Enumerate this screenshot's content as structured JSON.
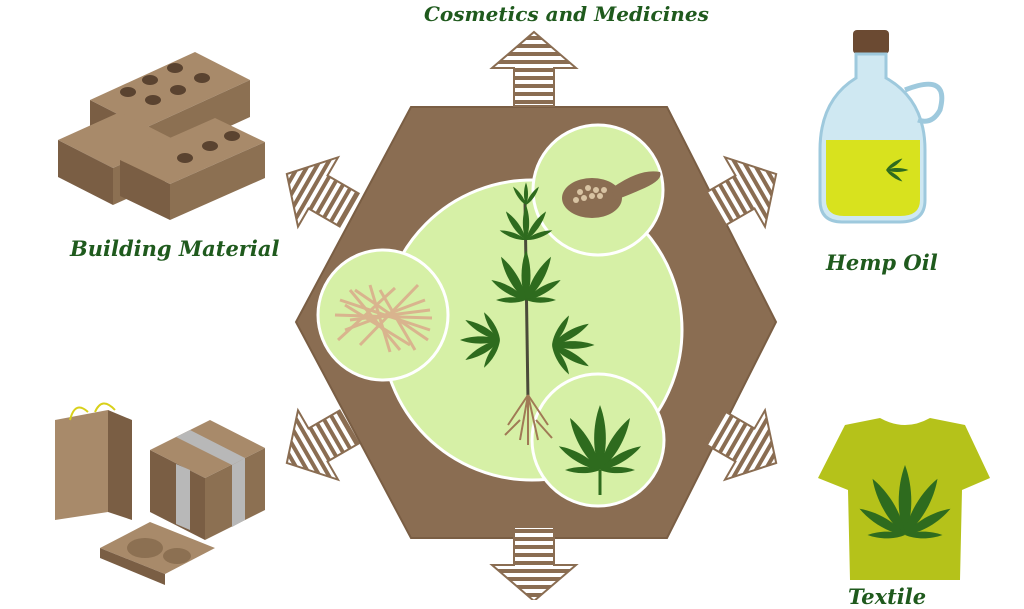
{
  "labels": {
    "top": "Cosmetics and Medicines",
    "building": "Building Material",
    "oil": "Hemp Oil",
    "textile": "Textile"
  },
  "colors": {
    "hexagon": "#8a6d52",
    "circle_fill": "#d6f0a6",
    "circle_stroke": "#ffffff",
    "leaf": "#2e6b1e",
    "arrow": "#8a6d52",
    "brick": "#8c7052",
    "label": "#1f5a1d",
    "shirt": "#b5c21a",
    "oil": "#d8e21e"
  }
}
